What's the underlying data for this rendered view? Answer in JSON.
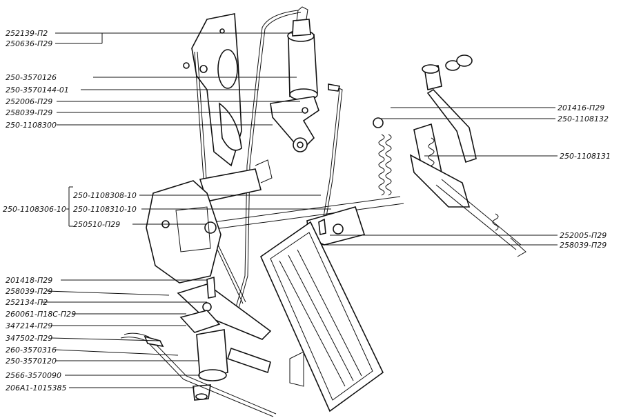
{
  "labels": {
    "l1": "252139-П2",
    "l2": "250636-П29",
    "l3": "250-3570126",
    "l4": "250-3570144-01",
    "l5": "252006-П29",
    "l6": "258039-П29",
    "l7": "250-1108300",
    "l8": "250-1108306-10",
    "l9": "250-1108308-10",
    "l10": "250-1108310-10",
    "l11": "250510-П29",
    "l12": "201418-П29",
    "l13": "258039-П29",
    "l14": "252134-П2",
    "l15": "260061-П18С-П29",
    "l16": "347214-П29",
    "l17": "347502-П29",
    "l18": "260-3570316",
    "l19": "250-3570120",
    "l20": "2566-3570090",
    "l21": "206А1-1015385",
    "r1": "201416-П29",
    "r2": "250-1108132",
    "r3": "250-1108131",
    "r4": "252005-П29",
    "r5": "258039-П29"
  }
}
